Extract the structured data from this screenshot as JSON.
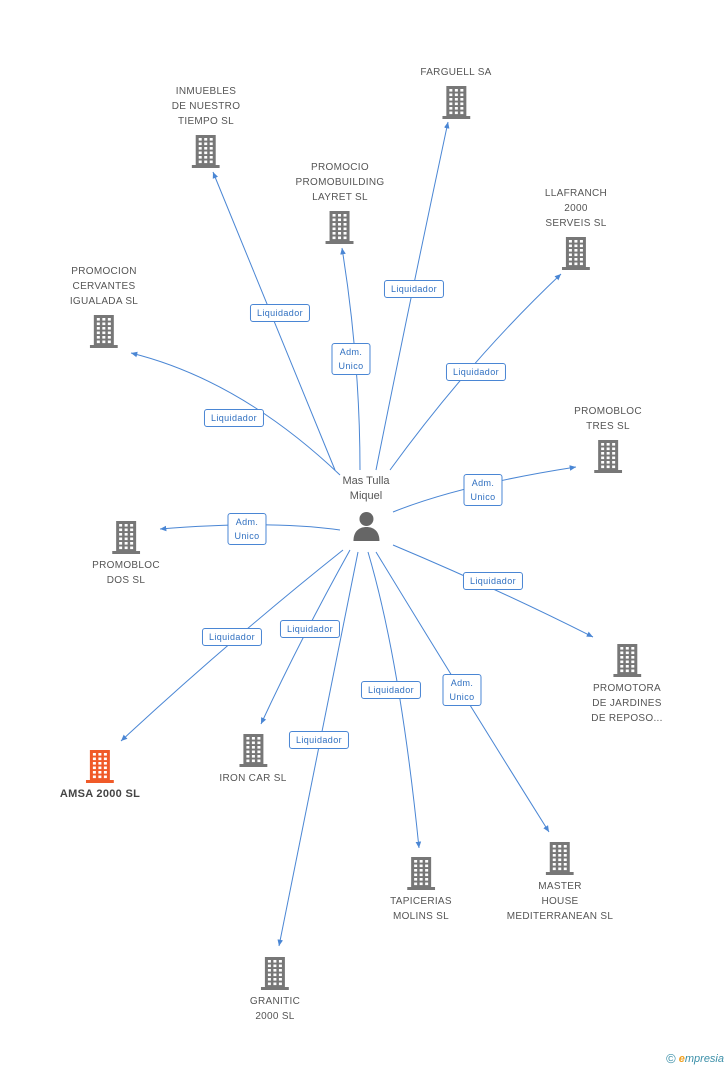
{
  "center": {
    "label": "Mas Tulla\nMiquel",
    "icon": "person-icon"
  },
  "companies": [
    {
      "id": "inmuebles",
      "label": "INMUEBLES\nDE NUESTRO\nTIEMPO SL",
      "icon": "building-icon"
    },
    {
      "id": "farguell",
      "label": "FARGUELL SA",
      "icon": "building-icon"
    },
    {
      "id": "promobuilding",
      "label": "PROMOCIO\nPROMOBUILDING\nLAYRET SL",
      "icon": "building-icon"
    },
    {
      "id": "llafranch",
      "label": "LLAFRANCH\n2000\nSERVEIS SL",
      "icon": "building-icon"
    },
    {
      "id": "cervantes",
      "label": "PROMOCION\nCERVANTES\nIGUALADA SL",
      "icon": "building-icon"
    },
    {
      "id": "promobloc-tres",
      "label": "PROMOBLOC\nTRES SL",
      "icon": "building-icon"
    },
    {
      "id": "promobloc-dos",
      "label": "PROMOBLOC\nDOS SL",
      "icon": "building-icon"
    },
    {
      "id": "jardines",
      "label": "PROMOTORA\nDE JARDINES\nDE REPOSO...",
      "icon": "building-icon"
    },
    {
      "id": "amsa",
      "label": "AMSA 2000 SL",
      "icon": "building-icon",
      "highlight": true
    },
    {
      "id": "ironcar",
      "label": "IRON CAR SL",
      "icon": "building-icon"
    },
    {
      "id": "tapicerias",
      "label": "TAPICERIAS\nMOLINS  SL",
      "icon": "building-icon"
    },
    {
      "id": "master",
      "label": "MASTER\nHOUSE\nMEDITERRANEAN SL",
      "icon": "building-icon"
    },
    {
      "id": "granitic",
      "label": "GRANITIC\n2000 SL",
      "icon": "building-icon"
    }
  ],
  "relations": [
    {
      "to": "inmuebles",
      "label": "Liquidador"
    },
    {
      "to": "farguell",
      "label": "Liquidador"
    },
    {
      "to": "promobuilding",
      "label": "Adm.\nUnico"
    },
    {
      "to": "llafranch",
      "label": "Liquidador"
    },
    {
      "to": "cervantes",
      "label": "Liquidador"
    },
    {
      "to": "promobloc-tres",
      "label": "Adm.\nUnico"
    },
    {
      "to": "promobloc-dos",
      "label": "Adm.\nUnico"
    },
    {
      "to": "jardines",
      "label": "Liquidador"
    },
    {
      "to": "amsa",
      "label": "Liquidador"
    },
    {
      "to": "ironcar",
      "label": "Liquidador"
    },
    {
      "to": "tapicerias",
      "label": "Liquidador"
    },
    {
      "to": "master",
      "label": "Adm.\nUnico"
    },
    {
      "to": "granitic",
      "label": "Liquidador"
    }
  ],
  "colors": {
    "edge": "#4a86d4",
    "building": "#777777",
    "highlight": "#f05a28",
    "person": "#666666"
  },
  "footer": {
    "symbol": "©",
    "brand_initial": "e",
    "brand_rest": "mpresia"
  }
}
